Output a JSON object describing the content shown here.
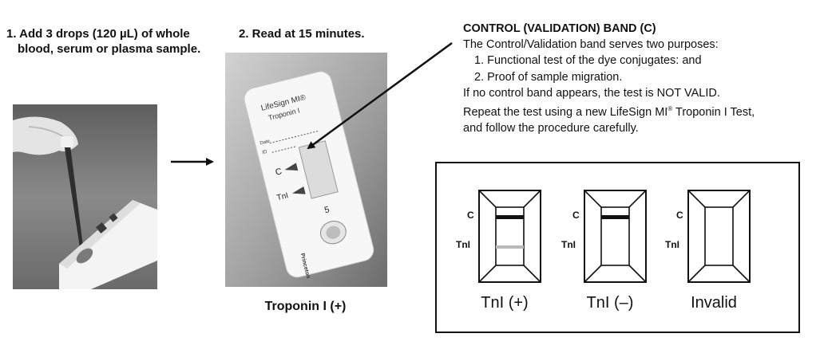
{
  "steps": {
    "step1_line1": "1. Add 3 drops (120 µL) of whole",
    "step1_line2": "blood, serum or plasma sample.",
    "step2": "2. Read at 15 minutes."
  },
  "device": {
    "brand_line1": "LifeSign MI®",
    "brand_line2": "Troponin I",
    "date_label": "Date",
    "id_label": "ID",
    "c_marker": "C",
    "tni_marker": "TnI",
    "well_number": "5",
    "maker": "Princeton"
  },
  "caption": "Troponin I (+)",
  "control_info": {
    "title": "CONTROL (VALIDATION) BAND (C)",
    "line1": "The Control/Validation band serves two purposes:",
    "item1": "1. Functional test of the dye conjugates: and",
    "item2": "2. Proof of sample migration.",
    "line2": "If no control band appears, the test is NOT VALID.",
    "line3_pre": "Repeat the test using a new LifeSign MI",
    "line3_sup": "®",
    "line3_post": " Troponin I Test,",
    "line4": "and follow the procedure carefully."
  },
  "results": [
    {
      "c_label": "C",
      "t_label": "TnI",
      "caption": "TnI (+)",
      "c_band": true,
      "t_band": true
    },
    {
      "c_label": "C",
      "t_label": "TnI",
      "caption": "TnI (–)",
      "c_band": true,
      "t_band": false
    },
    {
      "c_label": "C",
      "t_label": "TnI",
      "caption": "Invalid",
      "c_band": false,
      "t_band": false
    }
  ],
  "colors": {
    "control_band": "#111111",
    "test_band_faint": "#b9b9b9",
    "photo_bg_dark": "#6e6e6e",
    "photo_bg_light": "#c9c9c9"
  }
}
